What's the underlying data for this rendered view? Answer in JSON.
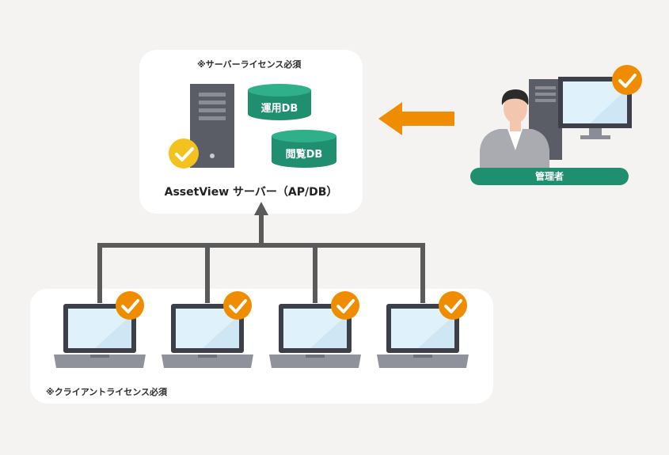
{
  "server": {
    "license_note": "※サーバーライセンス必須",
    "title": "AssetView サーバー（AP/DB）",
    "db_ops": "運用DB",
    "db_view": "閲覧DB"
  },
  "clients": {
    "license_note": "※クライアントライセンス必須",
    "count": 4
  },
  "admin": {
    "label": "管理者"
  },
  "colors": {
    "accent_orange": "#f08c00",
    "db_green": "#1f8f6f",
    "check_yellow": "#f4c21f",
    "line_gray": "#5a5a5a",
    "device_dark": "#5a5d66",
    "screen_blue": "#dff1fb"
  },
  "icons": [
    "check-icon",
    "laptop-icon",
    "server-tower-icon",
    "database-icon",
    "monitor-icon",
    "person-icon",
    "arrow-left-icon",
    "arrow-up-icon"
  ]
}
